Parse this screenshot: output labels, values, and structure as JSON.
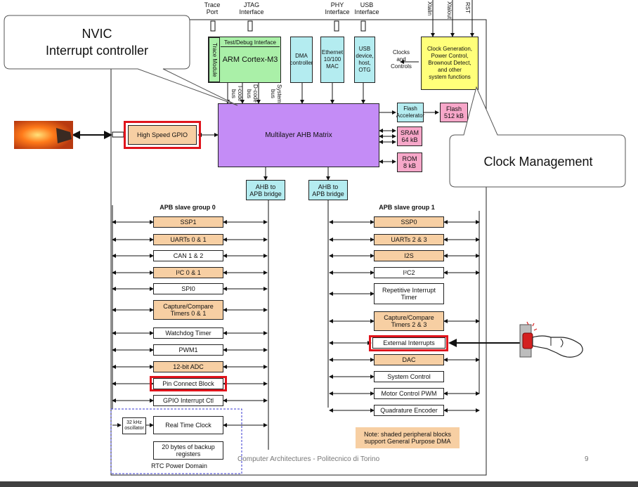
{
  "top_labels": {
    "trace_port": "Trace\nPort",
    "jtag": "JTAG\nInterface",
    "phy": "PHY\nInterface",
    "usb": "USB\nInterface",
    "xtalin": "Xtalin",
    "xtalout": "Xtalout",
    "rst": "RST"
  },
  "cpu": {
    "trace_module": "Trace Module",
    "debug_interface": "Test/Debug Interface",
    "core": "ARM Cortex-M3"
  },
  "blocks": {
    "dma": "DMA\ncontroller",
    "ethernet": "Ethernet\n10/100\nMAC",
    "usb": "USB\ndevice,\nhost,\nOTG",
    "clocks_controls": "Clocks\nand\nControls",
    "clock_gen": "Clock Generation,\nPower Control,\nBrownout Detect,\nand other\nsystem functions",
    "icode": "I-code\nbus",
    "dcode": "D-code\nbus",
    "system": "System\nbus",
    "flash_acc": "Flash\nAccelerator",
    "flash": "Flash\n512 kB",
    "ahb_matrix": "Multilayer AHB Matrix",
    "hs_gpio": "High Speed GPIO",
    "sram": "SRAM\n64 kB",
    "rom": "ROM\n8 kB",
    "ahb_apb0": "AHB to\nAPB bridge",
    "ahb_apb1": "AHB to\nAPB bridge"
  },
  "group0": {
    "title": "APB slave group 0",
    "items": [
      "SSP1",
      "UARTs 0 & 1",
      "CAN 1 & 2",
      "I²C 0 & 1",
      "SPI0",
      "Capture/Compare\nTimers 0 & 1",
      "Watchdog Timer",
      "PWM1",
      "12-bit ADC",
      "Pin Connect Block",
      "GPIO Interrupt Ctl"
    ]
  },
  "group1": {
    "title": "APB slave group 1",
    "items": [
      "SSP0",
      "UARTs 2 & 3",
      "I2S",
      "I²C2",
      "Repetitive Interrupt\nTimer",
      "Capture/Compare\nTimers 2 & 3",
      "External Interrupts",
      "DAC",
      "System Control",
      "Motor Control PWM",
      "Quadrature Encoder"
    ]
  },
  "rtc": {
    "osc": "32 kHz\noscillator",
    "rtc": "Real Time Clock",
    "backup": "20 bytes of backup\nregisters",
    "domain": "RTC Power Domain"
  },
  "note": "Note: shaded peripheral blocks\nsupport General Purpose DMA",
  "callouts": {
    "nvic": "NVIC\nInterrupt controller",
    "clock": "Clock Management"
  },
  "footer": {
    "text": "Computer Architectures - Politecnico di Torino",
    "page": "9"
  },
  "colors": {
    "highlight": "#e0141c",
    "matrix": "#c48cf6",
    "peripheral_shaded": "#f7cfa3"
  }
}
